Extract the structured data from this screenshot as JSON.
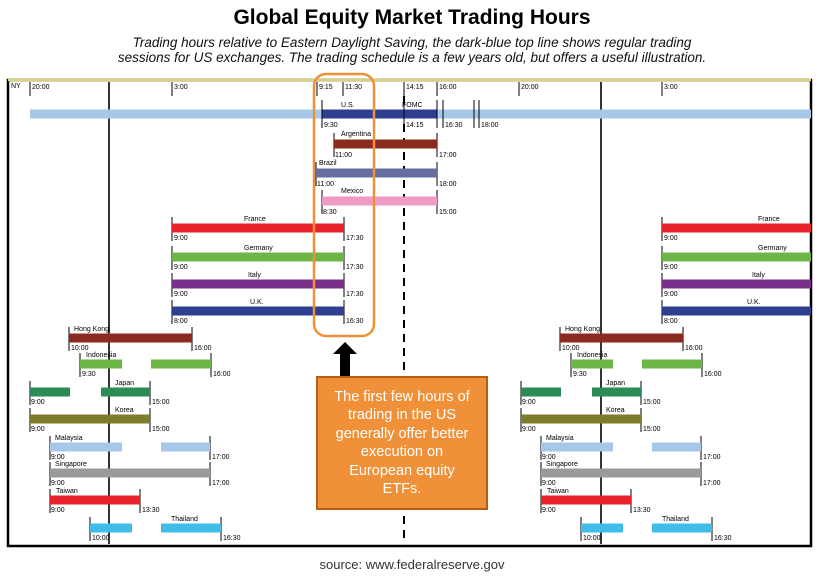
{
  "header": {
    "title": "Global Equity Market Trading Hours",
    "subtitle_line1": "Trading hours relative to Eastern Daylight Saving, the dark-blue top line shows regular trading",
    "subtitle_line2": "sessions for US exchanges. The trading schedule is a few years old, but offers a useful illustration."
  },
  "callout": {
    "text": "The first few hours of trading in the US generally offer better execution on European equity ETFs."
  },
  "source": "source:  www.federalreserve.gov",
  "colors": {
    "accent_orange": "#f0913a",
    "us": "#2e3f8f",
    "us_extended": "#a6c8e8",
    "argentina": "#8b2a1e",
    "brazil": "#666da0",
    "mexico": "#ef9ac4",
    "france": "#e8232b",
    "germany": "#6bb646",
    "italy": "#7a2f8a",
    "uk": "#2e3f8f",
    "hong_kong": "#8b2a1e",
    "indonesia": "#6bb646",
    "japan": "#2e8b57",
    "korea": "#7e7b2a",
    "malaysia": "#a6c8e8",
    "singapore": "#9a9a9a",
    "taiwan": "#e8232b",
    "thailand": "#3fbde8"
  },
  "chart_data": {
    "type": "gantt",
    "title": "Global Equity Market Trading Hours",
    "x_axis_label": "NY",
    "x_ticks": [
      "20:00",
      "3:00",
      "9:15",
      "11:30",
      "14:15",
      "16:00",
      "20:00",
      "3:00"
    ],
    "markets": [
      {
        "name": "U.S.",
        "labels": [
          "FOMC",
          "9:30",
          "14:15",
          "16:30",
          "18:00"
        ],
        "open": "9:30",
        "close": "16:00"
      },
      {
        "name": "Argentina",
        "labels": [
          "11:00",
          "17:00"
        ],
        "open": "11:00",
        "close": "17:00"
      },
      {
        "name": "Brazil",
        "labels": [
          "11:00",
          "18:00"
        ],
        "open": "11:00",
        "close": "18:00"
      },
      {
        "name": "Mexico",
        "labels": [
          "8:30",
          "15:00"
        ],
        "open": "8:30",
        "close": "15:00"
      },
      {
        "name": "France",
        "labels": [
          "9:00",
          "17:30"
        ],
        "open": "9:00",
        "close": "17:30"
      },
      {
        "name": "Germany",
        "labels": [
          "9:00",
          "17:30"
        ],
        "open": "9:00",
        "close": "17:30"
      },
      {
        "name": "Italy",
        "labels": [
          "9:00",
          "17:30"
        ],
        "open": "9:00",
        "close": "17:30"
      },
      {
        "name": "U.K.",
        "labels": [
          "8:00",
          "16:30"
        ],
        "open": "8:00",
        "close": "16:30"
      },
      {
        "name": "Hong Kong",
        "labels": [
          "10:00",
          "16:00"
        ],
        "open": "10:00",
        "close": "16:00"
      },
      {
        "name": "Indonesia",
        "labels": [
          "9:30",
          "16:00"
        ],
        "open": "9:30",
        "close": "16:00"
      },
      {
        "name": "Japan",
        "labels": [
          "9:00",
          "15:00"
        ],
        "open": "9:00",
        "close": "15:00"
      },
      {
        "name": "Korea",
        "labels": [
          "9:00",
          "15:00"
        ],
        "open": "9:00",
        "close": "15:00"
      },
      {
        "name": "Malaysia",
        "labels": [
          "9:00",
          "17:00"
        ],
        "open": "9:00",
        "close": "17:00"
      },
      {
        "name": "Singapore",
        "labels": [
          "9:00",
          "17:00"
        ],
        "open": "9:00",
        "close": "17:00"
      },
      {
        "name": "Taiwan",
        "labels": [
          "9:00",
          "13:30"
        ],
        "open": "9:00",
        "close": "13:30"
      },
      {
        "name": "Thailand",
        "labels": [
          "10:00",
          "16:30"
        ],
        "open": "10:00",
        "close": "16:30"
      }
    ]
  }
}
